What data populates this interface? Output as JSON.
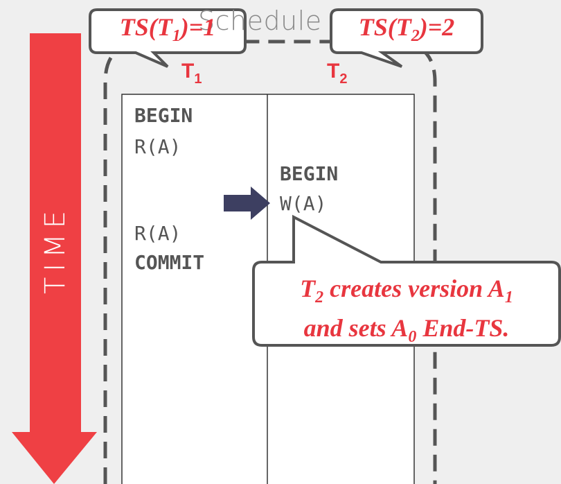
{
  "schedule_title": "Schedule",
  "time_label": "TIME",
  "columns": [
    {
      "name": "T",
      "sub": "1"
    },
    {
      "name": "T",
      "sub": "2"
    }
  ],
  "timestamps": [
    {
      "prefix": "TS(T",
      "sub": "1",
      "suffix": ")=1"
    },
    {
      "prefix": "TS(T",
      "sub": "2",
      "suffix": ")=2"
    }
  ],
  "t1_ops": [
    "BEGIN",
    "R(A)",
    "R(A)",
    "COMMIT"
  ],
  "t2_ops": [
    "BEGIN",
    "W(A)"
  ],
  "note": {
    "line1_pre": "T",
    "line1_sub1": "2",
    "line1_mid": " creates version A",
    "line1_sub2": "1",
    "line2_pre": "and sets A",
    "line2_sub": "0",
    "line2_post": " End-TS."
  },
  "colors": {
    "accent_red": "#e8363f",
    "time_arrow_red": "#ef4044",
    "current_arrow": "#3d3f61",
    "border_gray": "#555555",
    "background": "#efefef"
  }
}
